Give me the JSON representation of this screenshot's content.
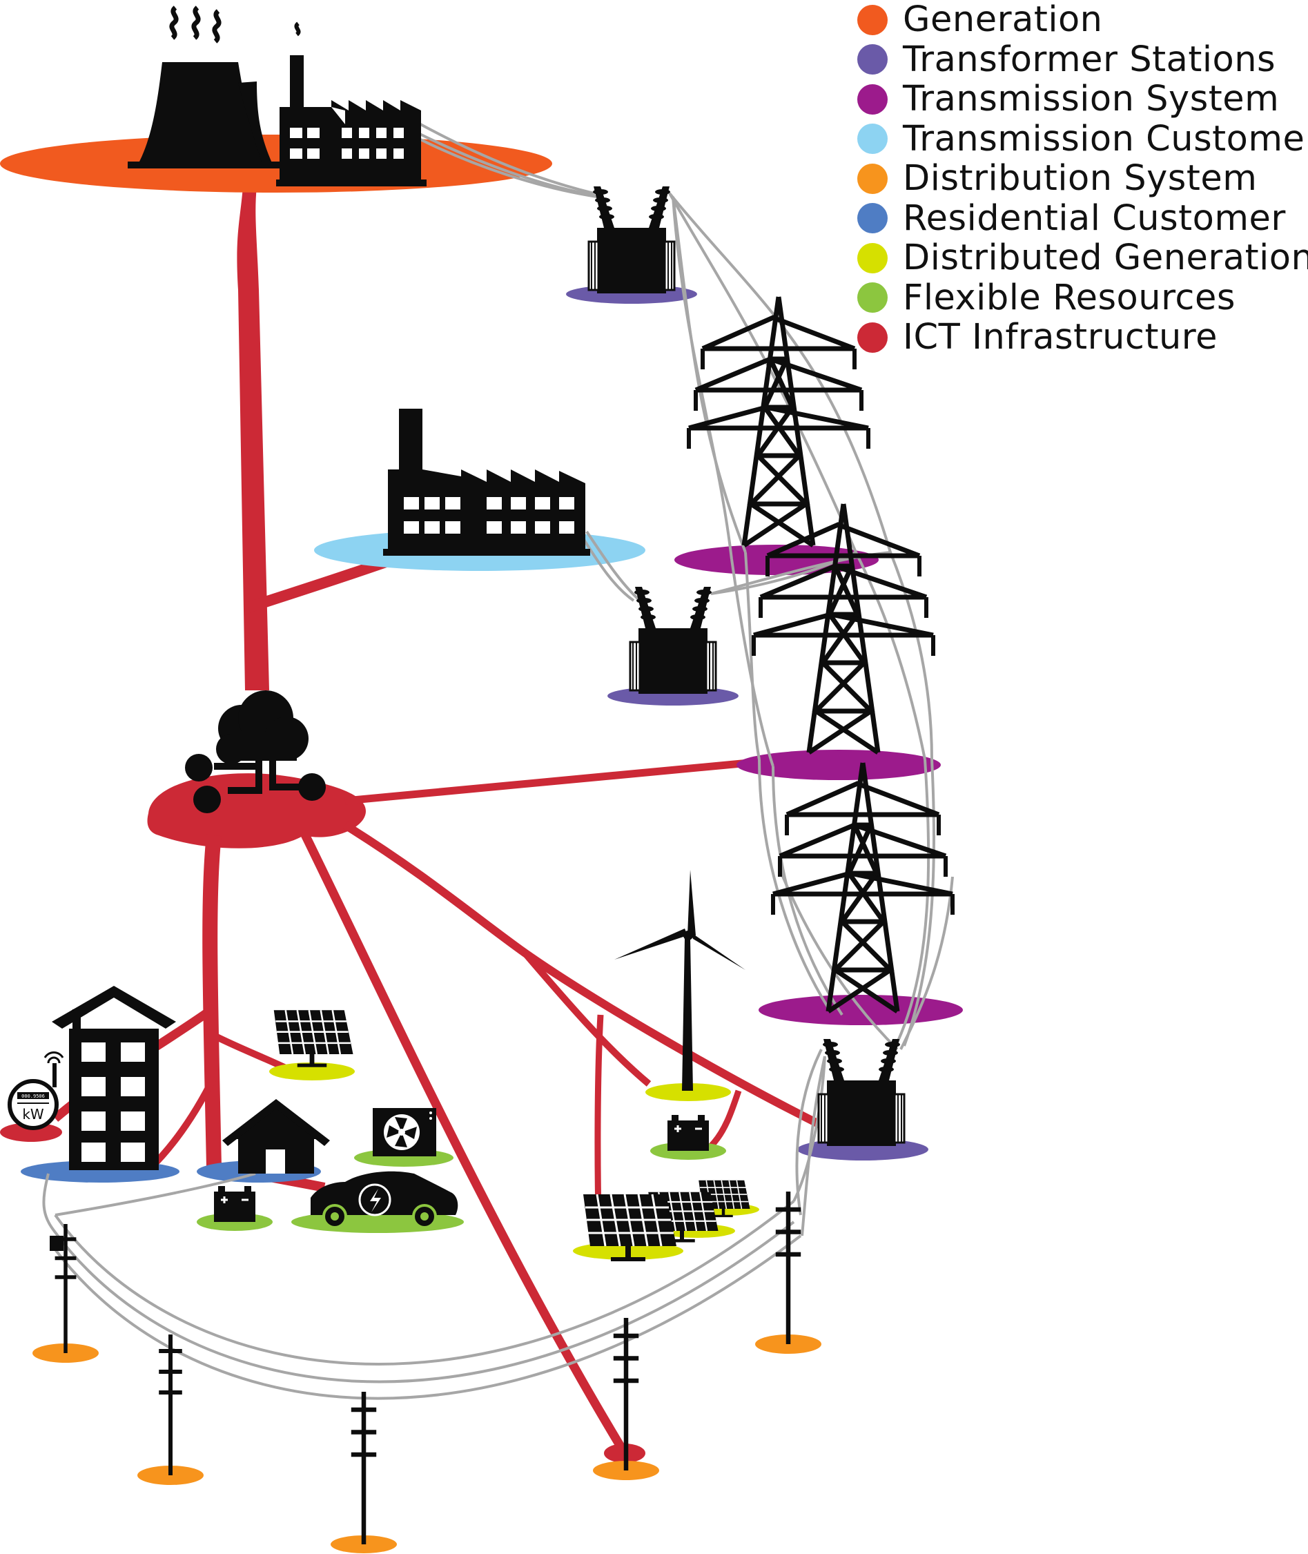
{
  "legend": {
    "items": [
      {
        "label": "Generation",
        "color": "#f15a1f"
      },
      {
        "label": "Transformer Stations",
        "color": "#6a5aa8"
      },
      {
        "label": "Transmission System",
        "color": "#9c1b8c"
      },
      {
        "label": "Transmission Customer",
        "color": "#8dd3f2"
      },
      {
        "label": "Distribution System",
        "color": "#f7941d"
      },
      {
        "label": "Residential Customer",
        "color": "#4f7dc4"
      },
      {
        "label": "Distributed Generation",
        "color": "#d6e000"
      },
      {
        "label": "Flexible Resources",
        "color": "#8cc63f"
      },
      {
        "label": "ICT Infrastructure",
        "color": "#cc2936"
      }
    ]
  },
  "meter": {
    "display": "000.9506",
    "unit": "kW"
  },
  "colors": {
    "ict": "#cc2936",
    "wire": "#a6a6a6",
    "icon": "#0d0d0d"
  }
}
